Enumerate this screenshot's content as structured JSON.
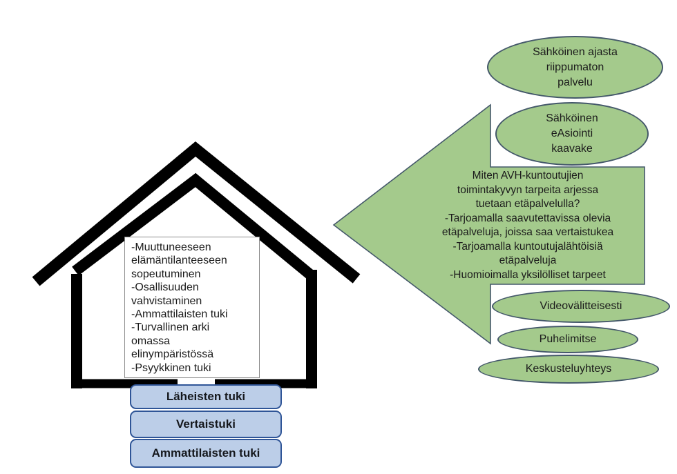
{
  "colors": {
    "green-fill": "#a4ca8c",
    "shape-outline": "#44586a",
    "blue-fill": "#bccee8",
    "blue-outline": "#2f5597",
    "house-black": "#000000",
    "text": "#1b1b1b",
    "textbox-border": "#8a8a8a"
  },
  "house": {
    "box_lines": [
      "-Muuttuneeseen",
      "elämäntilanteeseen",
      "sopeutuminen",
      "-Osallisuuden",
      "vahvistaminen",
      "-Ammattilaisten tuki",
      "-Turvallinen arki",
      "omassa",
      "elinympäristössä",
      "-Psyykkinen tuki"
    ],
    "support_boxes": [
      {
        "label": "Läheisten tuki"
      },
      {
        "label": "Vertaistuki"
      },
      {
        "label": "Ammattilaisten tuki"
      }
    ]
  },
  "arrow": {
    "lines": [
      "Miten AVH-kuntoutujien",
      "toimintakyvyn tarpeita arjessa",
      "tuetaan etäpalvelulla?",
      "-Tarjoamalla saavutettavissa olevia",
      "etäpalveluja, joissa saa vertaistukea",
      "-Tarjoamalla kuntoutujalähtöisiä",
      "etäpalveluja",
      "-Huomioimalla yksilölliset tarpeet"
    ]
  },
  "ellipses": {
    "ajasta": {
      "lines": [
        "Sähköinen ajasta",
        "riippumaton",
        "palvelu"
      ]
    },
    "easiointi": {
      "lines": [
        "Sähköinen",
        "eAsiointi",
        "kaavake"
      ]
    },
    "video": {
      "label": "Videovälitteisesti"
    },
    "puhelin": {
      "label": "Puhelimitse"
    },
    "keskustelu": {
      "label": "Keskusteluyhteys"
    }
  }
}
